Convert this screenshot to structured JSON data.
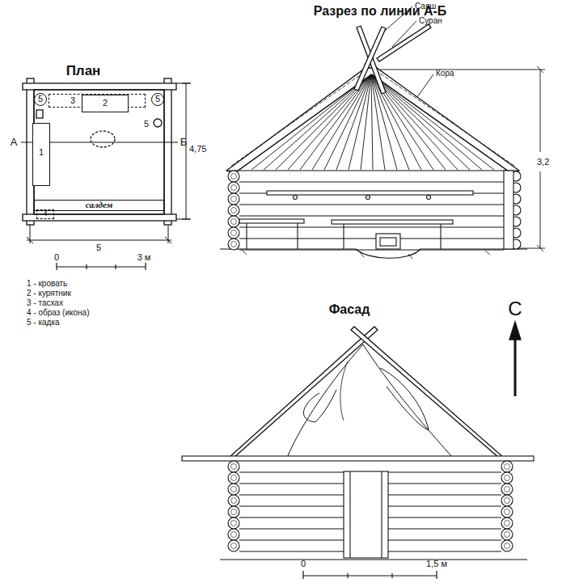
{
  "diagram": {
    "nodes": [
      {
        "text": [
          "5"
        ]
      },
      {
        "text": [
          "3"
        ]
      },
      {
        "text": [
          "2"
        ],
        "in": 1
      },
      {
        "text": [
          "5"
        ]
      },
      {
        "text": [
          "1"
        ]
      },
      {
        "text": [
          "салдем"
        ]
      },
      {
        "text": [
          "4"
        ]
      }
    ],
    "labels": [
      "План",
      "Разрез по линии А-Б",
      "Саяш",
      "Суран",
      "Кора",
      "3,2",
      "А",
      "Б",
      "4,75",
      "5",
      "5",
      "0",
      "3 м",
      "1 - кровать",
      "2 - курятник",
      "3 - тасхах",
      "4 - образ (икона)",
      "5 - кадка",
      "Фасад",
      "С",
      "0",
      "1,5 м"
    ]
  }
}
